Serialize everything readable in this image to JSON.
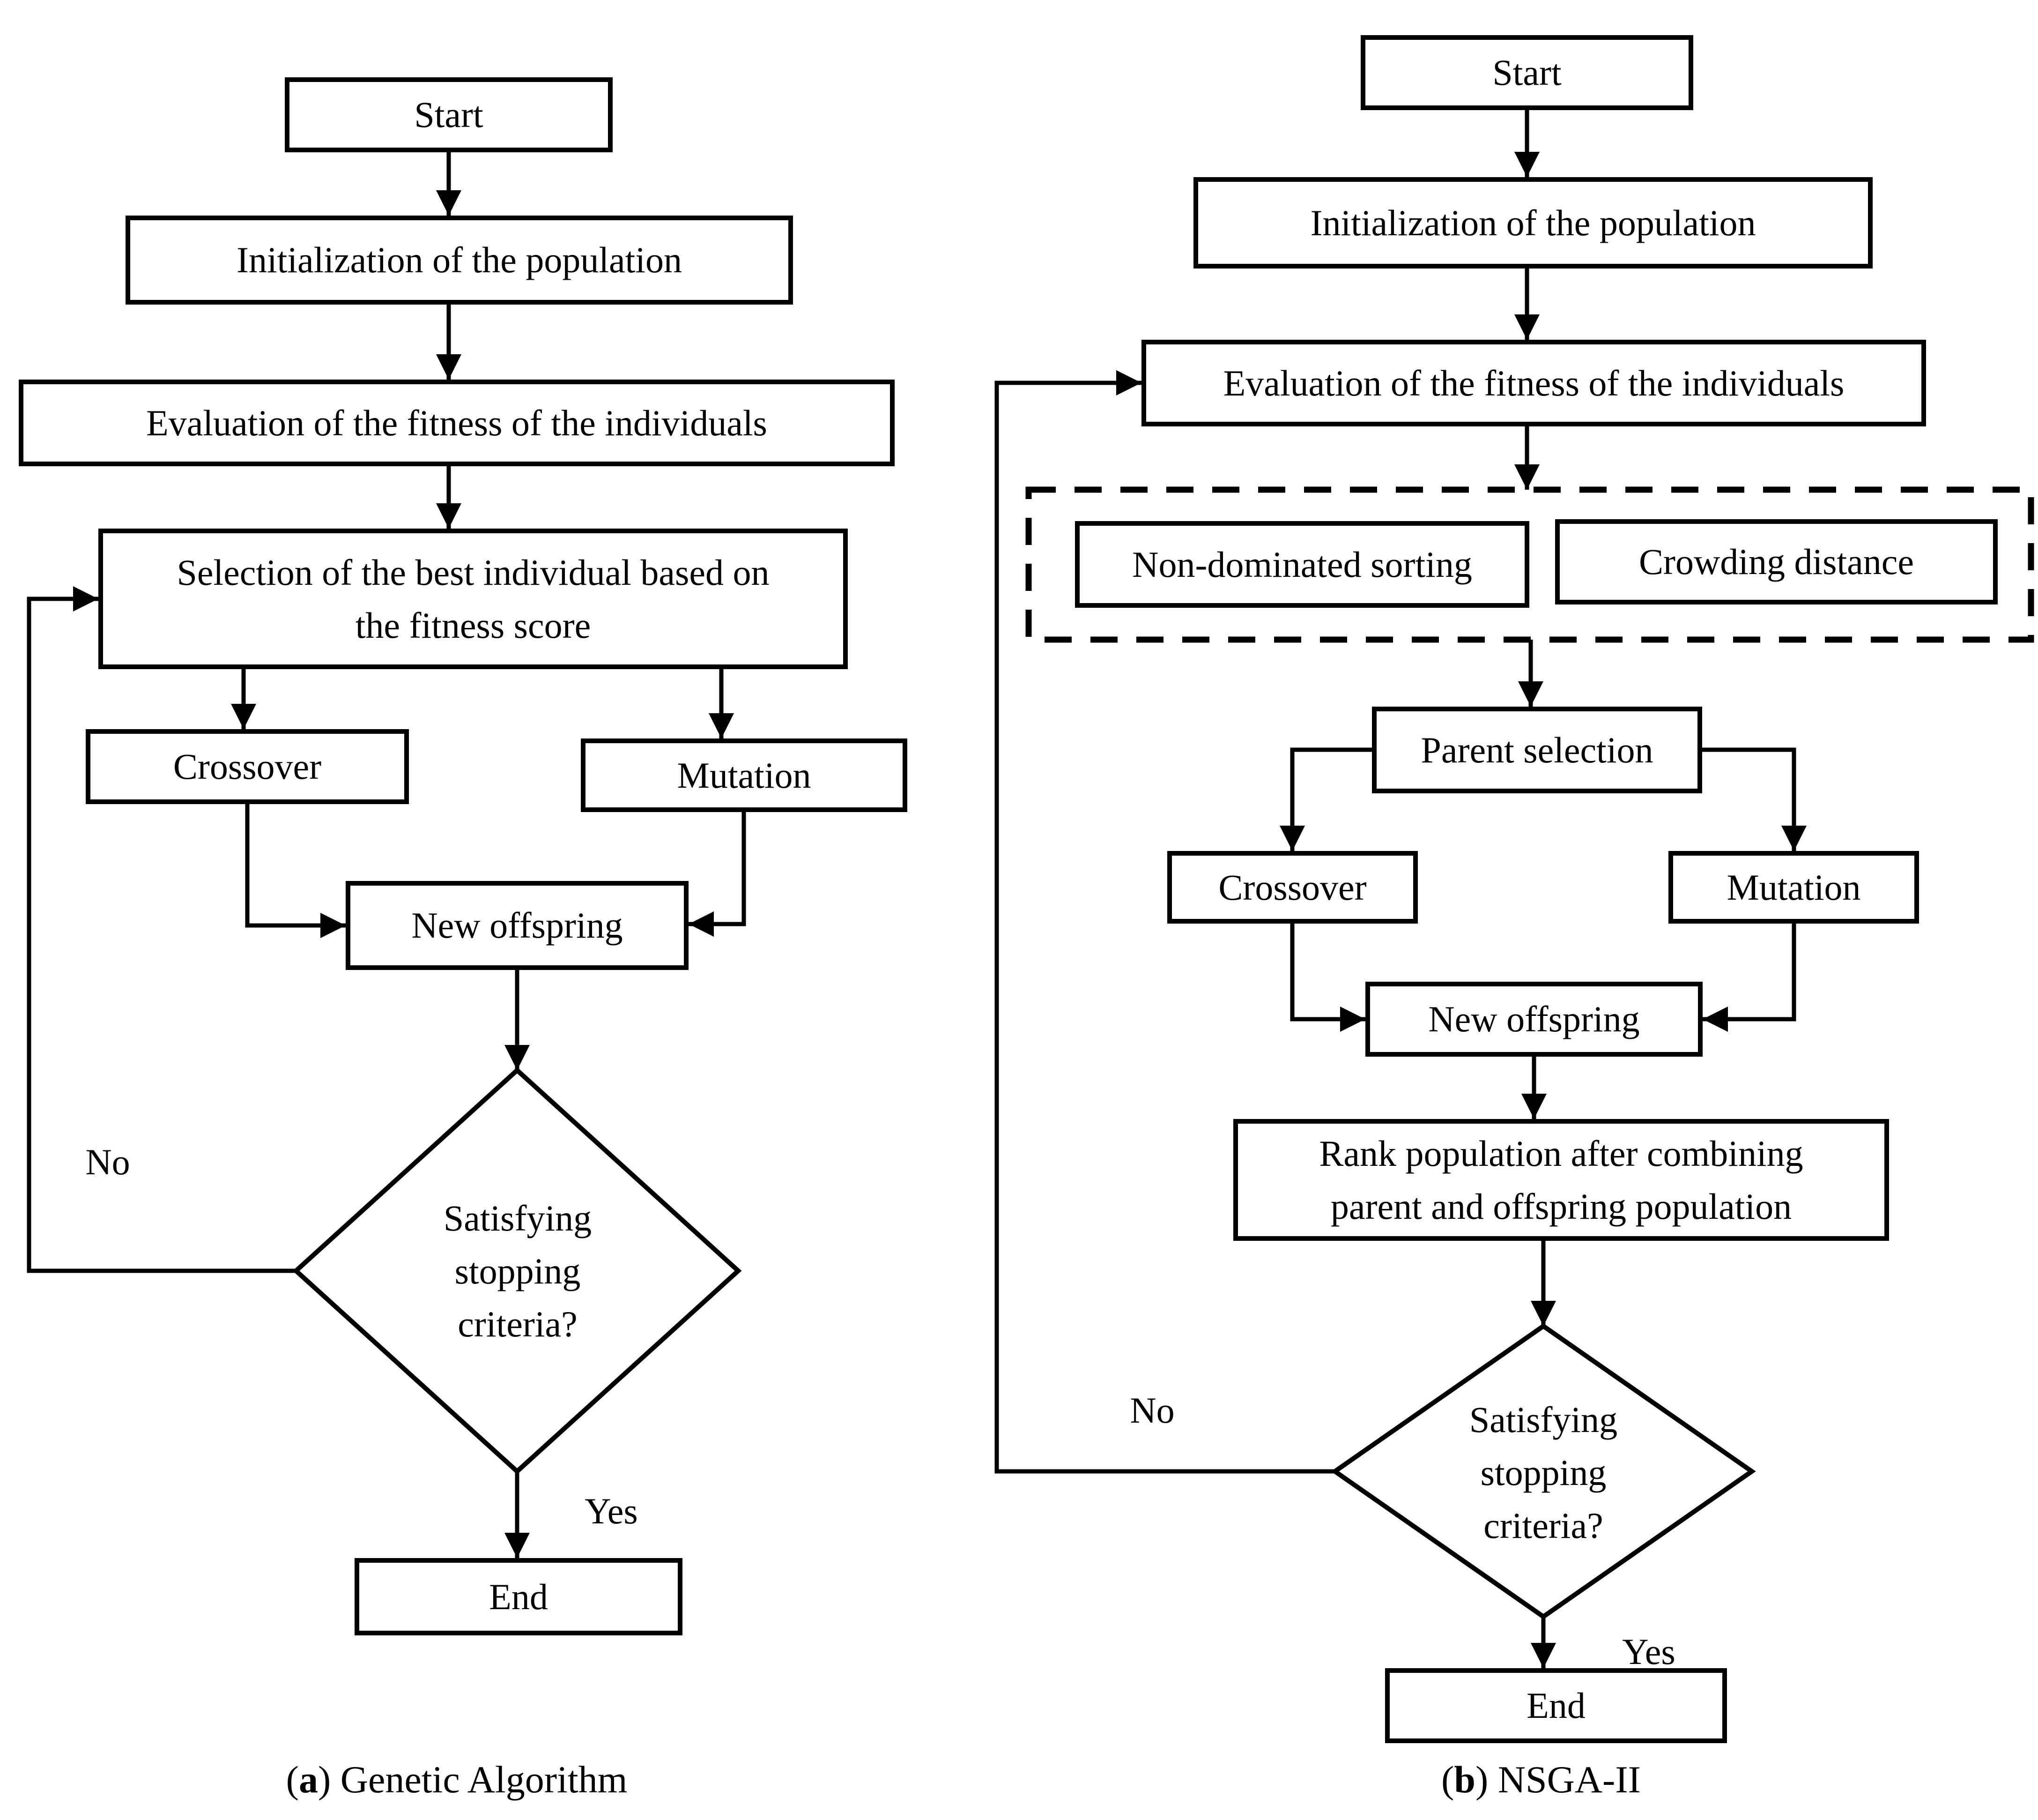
{
  "colors": {
    "ink": "#000000",
    "background": "#ffffff"
  },
  "a": {
    "nodes": {
      "start": "Start",
      "init": "Initialization of the population",
      "eval": "Evaluation of the fitness of the individuals",
      "select": "Selection of the best individual based on\nthe fitness score",
      "crossover": "Crossover",
      "mutation": "Mutation",
      "offspring": "New offspring",
      "decision": "Satisfying\nstopping\ncriteria?",
      "end": "End"
    },
    "labels": {
      "no": "No",
      "yes": "Yes"
    },
    "caption": {
      "open": "(",
      "letter": "a",
      "rest": ") Genetic Algorithm"
    }
  },
  "b": {
    "nodes": {
      "start": "Start",
      "init": "Initialization of the population",
      "eval": "Evaluation of the fitness of the individuals",
      "nds": "Non-dominated sorting",
      "cd": "Crowding distance",
      "parent": "Parent selection",
      "crossover": "Crossover",
      "mutation": "Mutation",
      "offspring": "New offspring",
      "rank": "Rank population after combining\nparent and offspring population",
      "decision": "Satisfying\nstopping\ncriteria?",
      "end": "End"
    },
    "labels": {
      "no": "No",
      "yes": "Yes"
    },
    "caption": {
      "open": "(",
      "letter": "b",
      "rest": ") NSGA-II"
    }
  }
}
